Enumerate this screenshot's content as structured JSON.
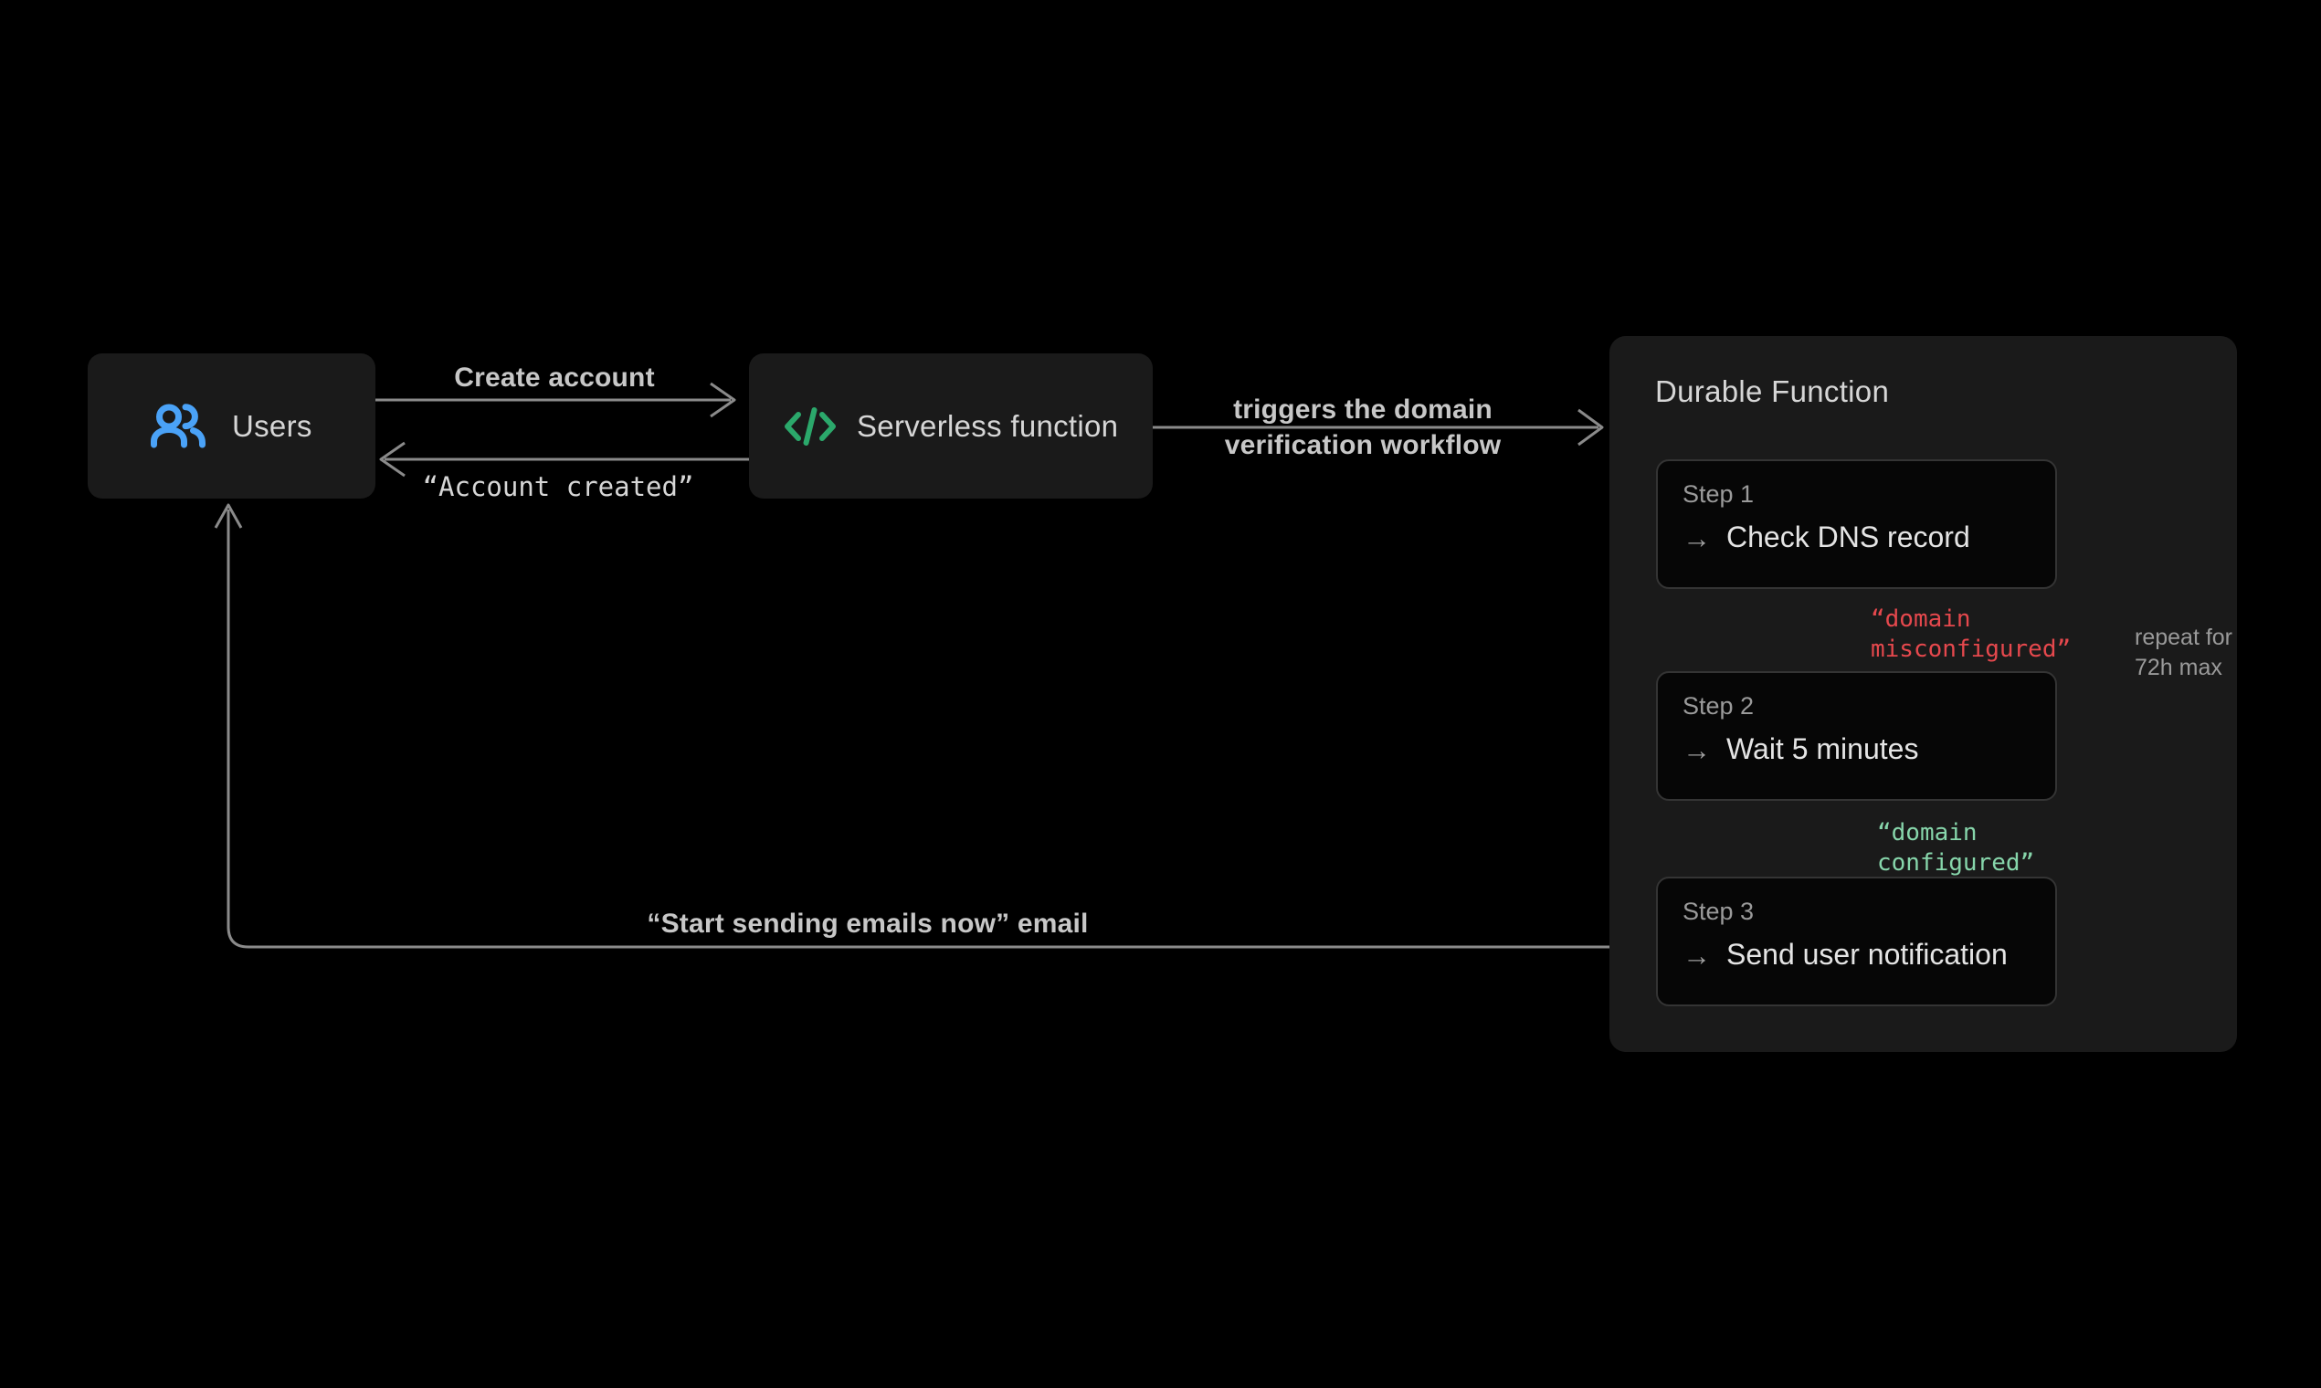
{
  "diagram": {
    "nodes": {
      "users": {
        "label": "Users",
        "icon": "users-icon"
      },
      "serverless": {
        "label": "Serverless function",
        "icon": "code-icon"
      }
    },
    "edges": {
      "create_account": "Create account",
      "account_created": "“Account created”",
      "trigger": "triggers the domain\nverification workflow",
      "domain_misconfigured": "“domain\nmisconfigured”",
      "domain_configured": "“domain\nconfigured”",
      "repeat": "repeat for\n72h max",
      "send_email": "“Start sending emails now” email"
    },
    "durable": {
      "title": "Durable Function",
      "steps": [
        {
          "label": "Step 1",
          "title": "Check DNS record"
        },
        {
          "label": "Step 2",
          "title": "Wait 5 minutes"
        },
        {
          "label": "Step 3",
          "title": "Send user notification"
        }
      ]
    }
  },
  "icons": {
    "arrow_right": "→"
  },
  "colors": {
    "background": "#000000",
    "node_fill": "#1a1a1a",
    "step_fill": "#060606",
    "step_border": "#343434",
    "line_gray": "#8a8a8a",
    "text_primary": "#d6d6d6",
    "text_muted": "#9a9a9a",
    "icon_blue": "#4aa2f7",
    "icon_green": "#2ba86b",
    "status_red": "#e5484d",
    "status_green": "#87d6ab"
  }
}
